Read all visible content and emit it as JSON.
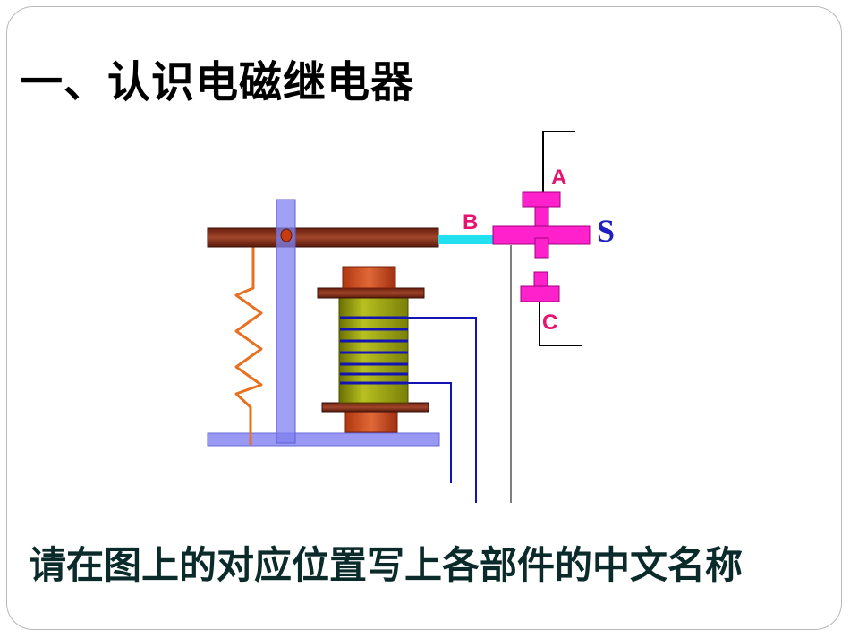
{
  "slide": {
    "title": "一、认识电磁继电器",
    "instruction": "请在图上的对应位置写上各部件的中文名称"
  },
  "diagram": {
    "labels": {
      "contact_a": "A",
      "contact_b": "B",
      "contact_c": "C",
      "switch_s": "S"
    },
    "colors": {
      "armature": "#8b2e1a",
      "frame": "#8080f0",
      "coil": "#9aa010",
      "winding": "#1414b4",
      "core": "#c84818",
      "contacts": "#ff22cc",
      "link": "#22e0f0",
      "spring": "#e87020",
      "label_contacts": "#e6146e",
      "label_s": "#2020c0"
    }
  }
}
